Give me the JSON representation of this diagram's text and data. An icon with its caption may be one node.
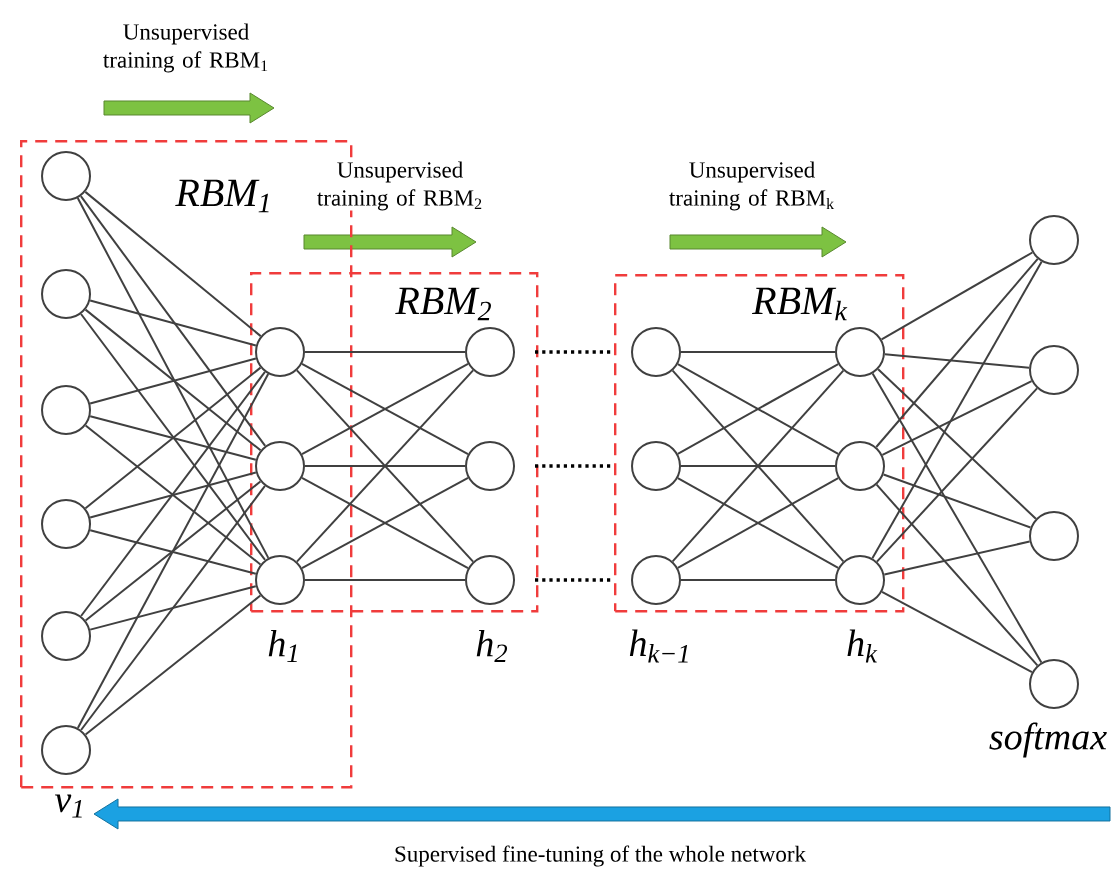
{
  "diagram": {
    "nodes": [
      {
        "text": [
          "RBM$_{1}$"
        ]
      },
      {
        "text": [],
        "shape": "circle",
        "in": 0
      },
      {
        "text": [],
        "shape": "circle",
        "in": 0
      },
      {
        "text": [],
        "shape": "circle",
        "in": 0
      },
      {
        "text": [],
        "shape": "circle",
        "in": 0
      },
      {
        "text": [],
        "shape": "circle",
        "in": 0
      },
      {
        "text": [],
        "shape": "circle",
        "in": 0
      },
      {
        "text": [
          "RBM$_{2}$"
        ]
      },
      {
        "text": [],
        "shape": "circle"
      },
      {
        "text": [],
        "shape": "circle"
      },
      {
        "text": [],
        "shape": "circle"
      },
      {
        "text": [],
        "shape": "circle",
        "in": 7
      },
      {
        "text": [],
        "shape": "circle",
        "in": 7
      },
      {
        "text": [],
        "shape": "circle",
        "in": 7
      },
      {
        "text": [
          "RBM$_{k}$"
        ]
      },
      {
        "text": [],
        "shape": "circle",
        "in": 14
      },
      {
        "text": [],
        "shape": "circle",
        "in": 14
      },
      {
        "text": [],
        "shape": "circle",
        "in": 14
      },
      {
        "text": [],
        "shape": "circle",
        "in": 14
      },
      {
        "text": [],
        "shape": "circle",
        "in": 14
      },
      {
        "text": [],
        "shape": "circle",
        "in": 14
      },
      {
        "text": [],
        "shape": "circle"
      },
      {
        "text": [],
        "shape": "circle"
      },
      {
        "text": [],
        "shape": "circle"
      },
      {
        "text": [],
        "shape": "circle"
      }
    ],
    "edges": [
      {
        "from": 1,
        "to": 8,
        "arrow": "none"
      },
      {
        "from": 1,
        "to": 9,
        "arrow": "none"
      },
      {
        "from": 1,
        "to": 10,
        "arrow": "none"
      },
      {
        "from": 2,
        "to": 8,
        "arrow": "none"
      },
      {
        "from": 2,
        "to": 9,
        "arrow": "none"
      },
      {
        "from": 2,
        "to": 10,
        "arrow": "none"
      },
      {
        "from": 3,
        "to": 8,
        "arrow": "none"
      },
      {
        "from": 3,
        "to": 9,
        "arrow": "none"
      },
      {
        "from": 3,
        "to": 10,
        "arrow": "none"
      },
      {
        "from": 4,
        "to": 8,
        "arrow": "none"
      },
      {
        "from": 4,
        "to": 9,
        "arrow": "none"
      },
      {
        "from": 4,
        "to": 10,
        "arrow": "none"
      },
      {
        "from": 5,
        "to": 8,
        "arrow": "none"
      },
      {
        "from": 5,
        "to": 9,
        "arrow": "none"
      },
      {
        "from": 5,
        "to": 10,
        "arrow": "none"
      },
      {
        "from": 6,
        "to": 8,
        "arrow": "none"
      },
      {
        "from": 6,
        "to": 9,
        "arrow": "none"
      },
      {
        "from": 6,
        "to": 10,
        "arrow": "none"
      },
      {
        "from": 8,
        "to": 11,
        "arrow": "none"
      },
      {
        "from": 8,
        "to": 12,
        "arrow": "none"
      },
      {
        "from": 8,
        "to": 13,
        "arrow": "none"
      },
      {
        "from": 9,
        "to": 11,
        "arrow": "none"
      },
      {
        "from": 9,
        "to": 12,
        "arrow": "none"
      },
      {
        "from": 9,
        "to": 13,
        "arrow": "none"
      },
      {
        "from": 10,
        "to": 11,
        "arrow": "none"
      },
      {
        "from": 10,
        "to": 12,
        "arrow": "none"
      },
      {
        "from": 10,
        "to": 13,
        "arrow": "none"
      },
      {
        "from": 11,
        "to": 15,
        "arrow": "none",
        "style": "dashed",
        "color": "#000000"
      },
      {
        "from": 12,
        "to": 16,
        "arrow": "none",
        "style": "dashed",
        "color": "#000000"
      },
      {
        "from": 13,
        "to": 17,
        "arrow": "none",
        "style": "dashed",
        "color": "#000000"
      },
      {
        "from": 15,
        "to": 18,
        "arrow": "none"
      },
      {
        "from": 15,
        "to": 19,
        "arrow": "none"
      },
      {
        "from": 15,
        "to": 20,
        "arrow": "none"
      },
      {
        "from": 16,
        "to": 18,
        "arrow": "none"
      },
      {
        "from": 16,
        "to": 19,
        "arrow": "none"
      },
      {
        "from": 16,
        "to": 20,
        "arrow": "none"
      },
      {
        "from": 17,
        "to": 18,
        "arrow": "none"
      },
      {
        "from": 17,
        "to": 19,
        "arrow": "none"
      },
      {
        "from": 17,
        "to": 20,
        "arrow": "none"
      },
      {
        "from": 18,
        "to": 21,
        "arrow": "none"
      },
      {
        "from": 18,
        "to": 22,
        "arrow": "none"
      },
      {
        "from": 18,
        "to": 23,
        "arrow": "none"
      },
      {
        "from": 18,
        "to": 24,
        "arrow": "none"
      },
      {
        "from": 19,
        "to": 21,
        "arrow": "none"
      },
      {
        "from": 19,
        "to": 22,
        "arrow": "none"
      },
      {
        "from": 19,
        "to": 23,
        "arrow": "none"
      },
      {
        "from": 19,
        "to": 24,
        "arrow": "none"
      },
      {
        "from": 20,
        "to": 21,
        "arrow": "none"
      },
      {
        "from": 20,
        "to": 22,
        "arrow": "none"
      },
      {
        "from": 20,
        "to": 23,
        "arrow": "none"
      },
      {
        "from": 20,
        "to": 24,
        "arrow": "none"
      }
    ],
    "labels": [
      "Unsupervised training of RBM$_{1}$",
      "Unsupervised training of RBM$_{2}$",
      "Unsupervised training of RBM$_{k}$",
      "h$_{1}$",
      "h$_{2}$",
      "h$_{k−1}$",
      "h$_{k}$",
      "softmax",
      "v$_{1}$",
      "Supervised fine-tuning of the whole network"
    ]
  }
}
